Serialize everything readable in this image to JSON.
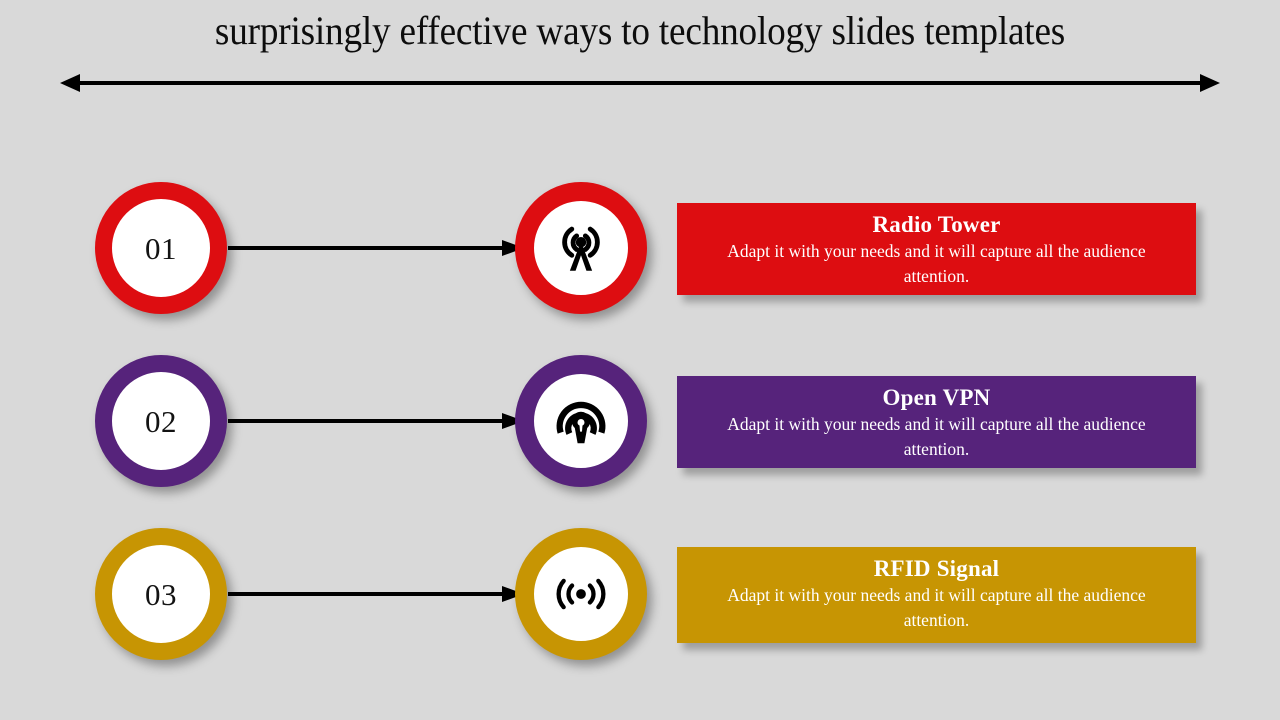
{
  "slide": {
    "background_color": "#d9d9d9",
    "title": "surprisingly effective ways to technology slides templates",
    "title_color": "#0d0d0d",
    "top_arrow": {
      "icon": "double-headed-horizontal-arrow",
      "color": "#000000"
    }
  },
  "palette": {
    "red": "#dd0d11",
    "purple": "#56237b",
    "gold": "#c79503",
    "panel_text": "#ffffff",
    "number_text": "#131313"
  },
  "rows": [
    {
      "number": "01",
      "color": "#dd0d11",
      "color_name": "red",
      "icon": "radio-tower-icon",
      "connector": "right-arrow",
      "title": "Radio Tower",
      "body": "Adapt it with your needs and it will capture all the audience attention."
    },
    {
      "number": "02",
      "color": "#56237b",
      "color_name": "purple",
      "icon": "openvpn-shield-icon",
      "connector": "right-arrow",
      "title": "Open VPN",
      "body": "Adapt it with your needs and it will capture all the audience attention."
    },
    {
      "number": "03",
      "color": "#c79503",
      "color_name": "gold",
      "icon": "rfid-signal-icon",
      "connector": "right-arrow",
      "title": "RFID Signal",
      "body": "Adapt it with your needs and it will capture all the audience attention."
    }
  ]
}
